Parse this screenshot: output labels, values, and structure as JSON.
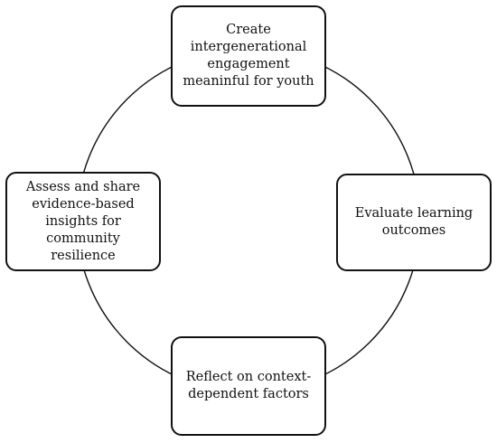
{
  "diagram": {
    "type": "cycle",
    "ring_color": "#111111",
    "box_border_color": "#111111",
    "nodes": {
      "top": "Create\nintergenerational\nengagement\nmeaninful for youth",
      "right": "Evaluate learning\noutcomes",
      "bottom": "Reflect on context-\ndependent factors",
      "left": "Assess and share\nevidence-based\ninsights for\ncommunity resilience"
    }
  }
}
